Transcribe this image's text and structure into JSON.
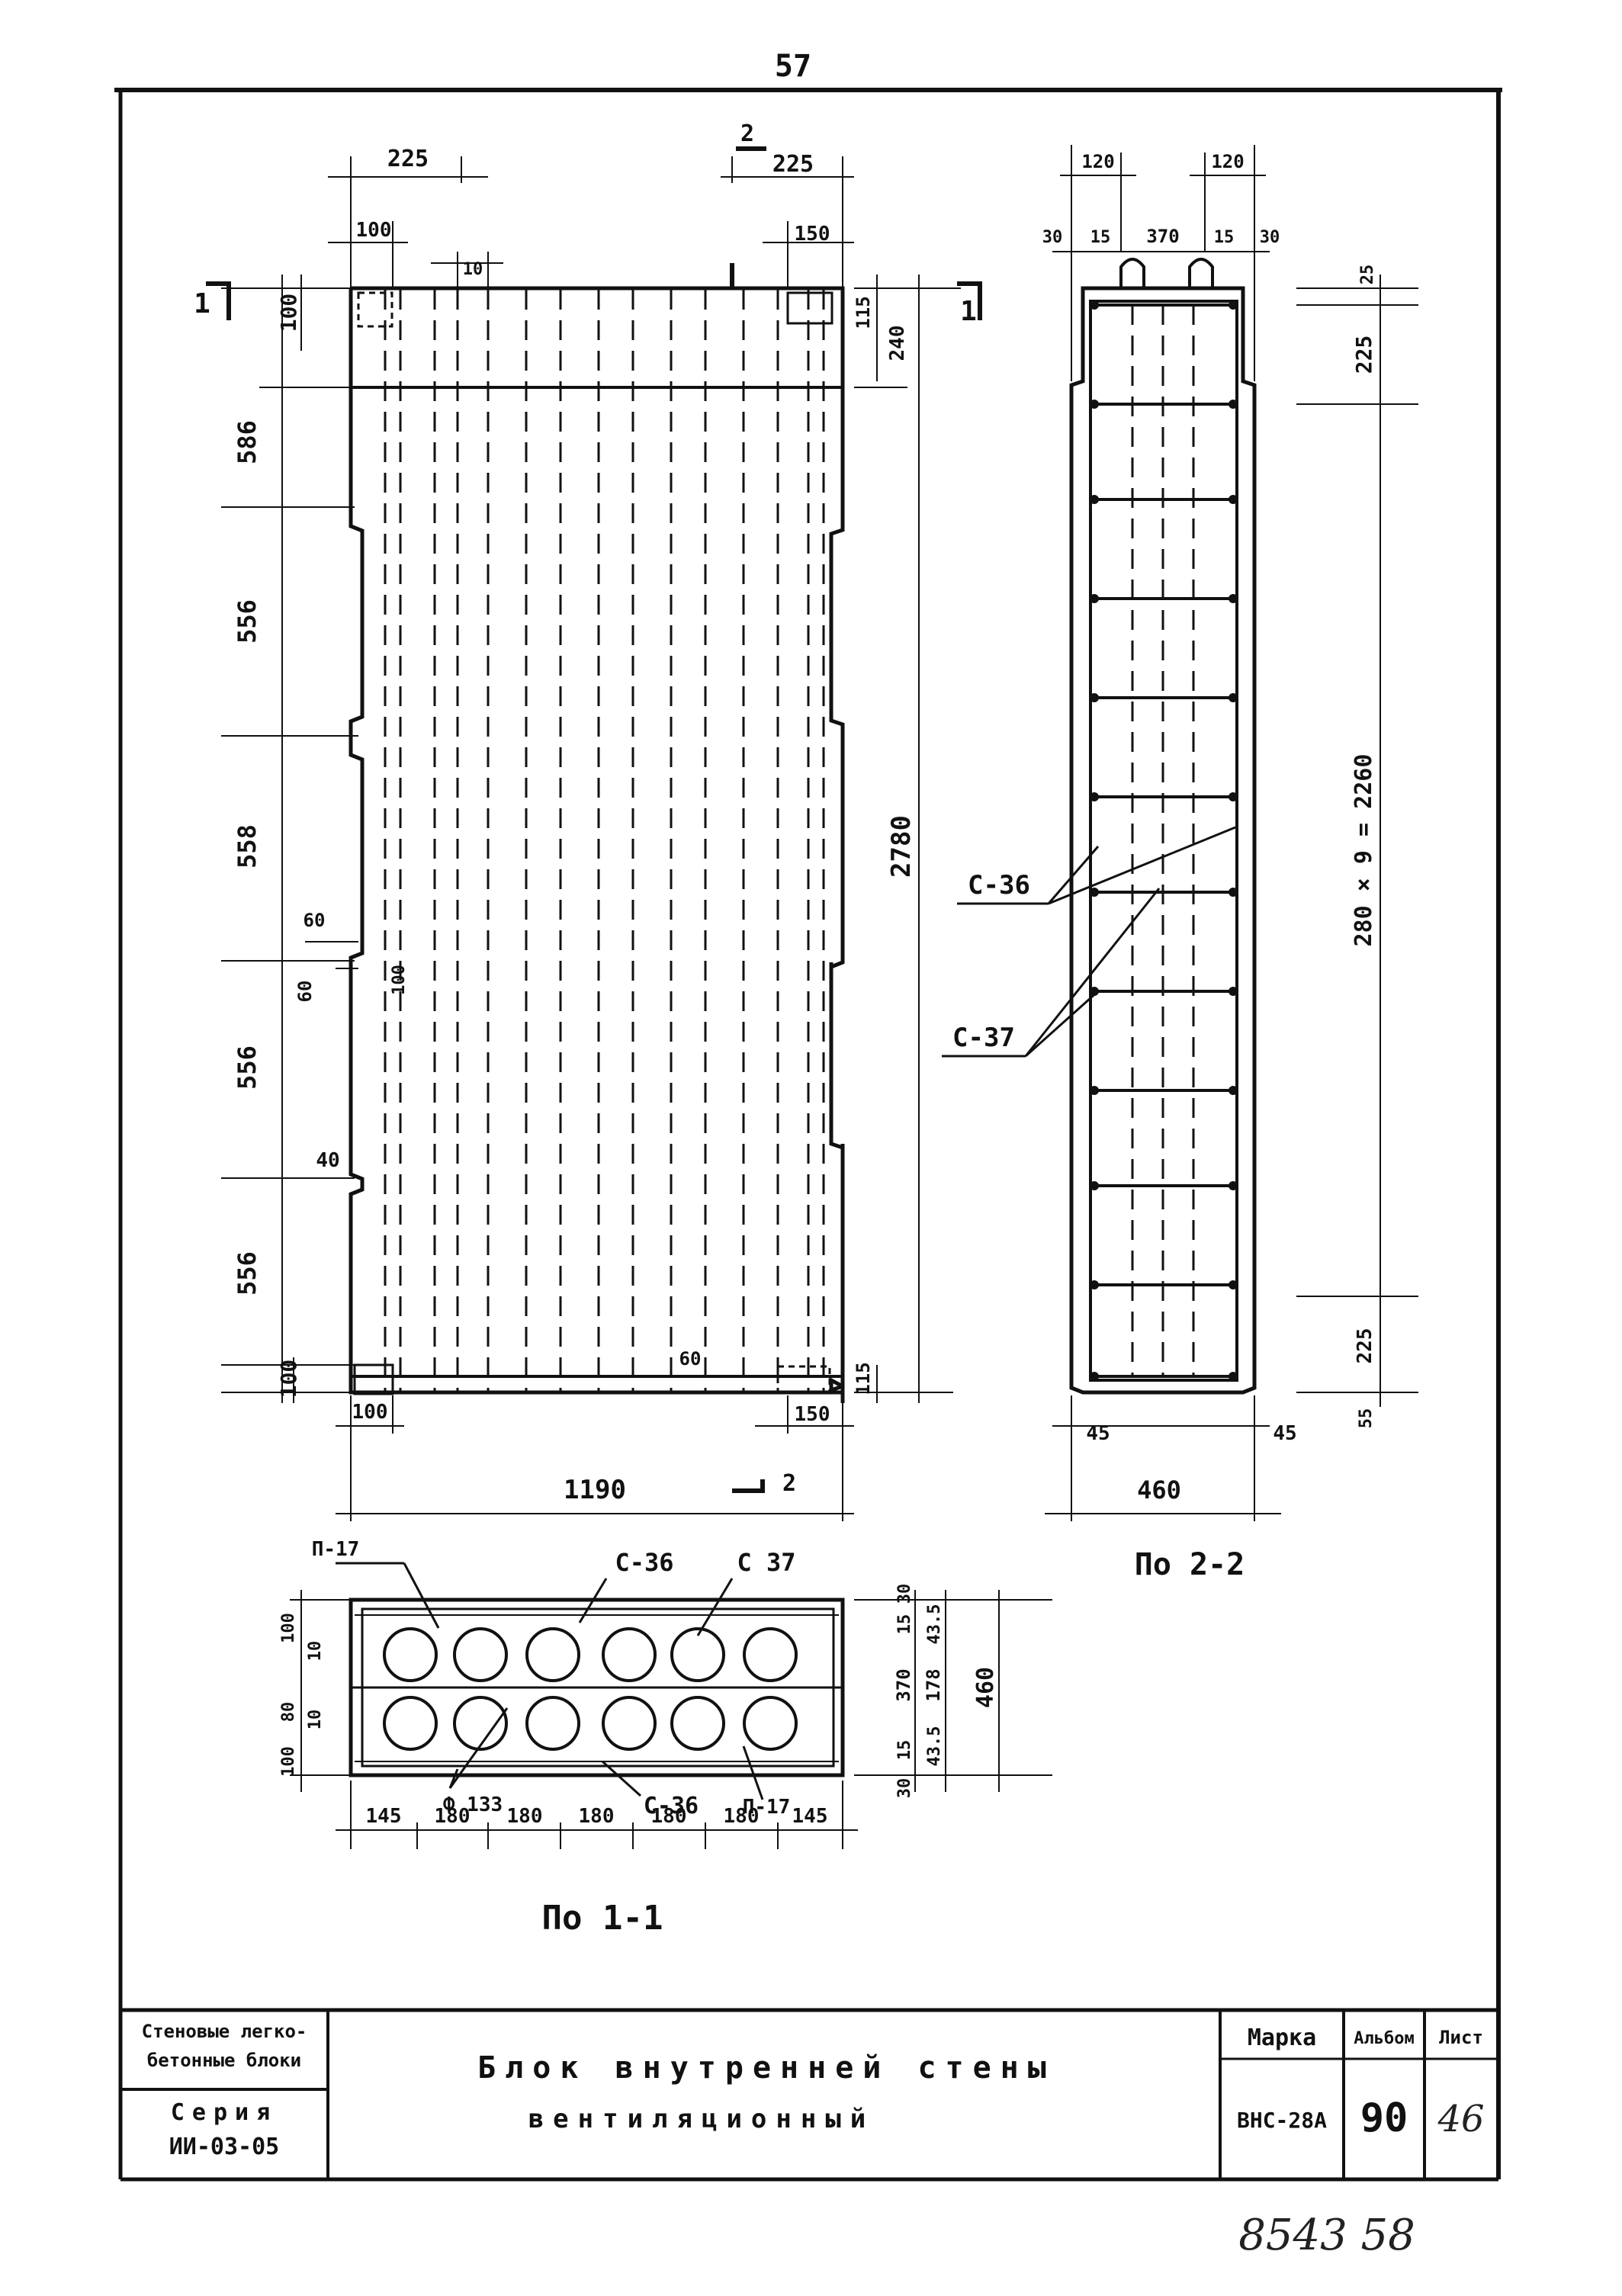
{
  "page_number": "57",
  "plan": {
    "top_dims": [
      "225",
      "225"
    ],
    "top_sub_dims": [
      "100",
      "150",
      "10"
    ],
    "left_dims": [
      "100",
      "586",
      "556",
      "558",
      "556",
      "556",
      "100"
    ],
    "right_dims": [
      "115",
      "240",
      "115"
    ],
    "height_dim": "2780",
    "bottom_dims": [
      "100",
      "150"
    ],
    "width_dim": "1190",
    "bottom_note": "60",
    "notch_dims": [
      "60",
      "60",
      "100"
    ],
    "notch_small": "40",
    "section_marks": [
      "1",
      "1",
      "2",
      "2"
    ]
  },
  "section_2_2": {
    "top_dims": [
      "120",
      "120"
    ],
    "top_sub_dims": [
      "30",
      "15",
      "370",
      "15",
      "30"
    ],
    "right_dims": [
      "25",
      "225",
      "280 × 9 = 2260",
      "225",
      "55"
    ],
    "bottom_dims": [
      "45",
      "45"
    ],
    "width_dim": "460",
    "callouts": [
      "С-36",
      "С-37"
    ],
    "label": "По 2-2"
  },
  "section_1_1": {
    "callouts_top": [
      "П-17",
      "С-36",
      "С 37"
    ],
    "callouts_bottom": [
      "Ф 133",
      "С-36",
      "П-17"
    ],
    "bottom_dims": [
      "145",
      "180",
      "180",
      "180",
      "180",
      "180",
      "145"
    ],
    "left_dims": [
      "100",
      "80",
      "10",
      "10",
      "100"
    ],
    "right_dims": [
      "30",
      "15",
      "370",
      "15",
      "30"
    ],
    "right_dims2": [
      "43.5",
      "178",
      "43.5"
    ],
    "height_dim": "460",
    "label": "По 1-1"
  },
  "title_block": {
    "org_line1": "Стеновые легко-",
    "org_line2": "бетонные блоки",
    "series_label": "Серия",
    "series_value": "ИИ-03-05",
    "title_line1": "Блок внутренней стены",
    "title_line2": "вентиляционный",
    "marka_label": "Марка",
    "marka_value": "ВНС-28А",
    "album_label": "Альбом",
    "album_value": "90",
    "sheet_label": "Лист",
    "sheet_value": "46"
  },
  "handwritten_note": "8543  58"
}
